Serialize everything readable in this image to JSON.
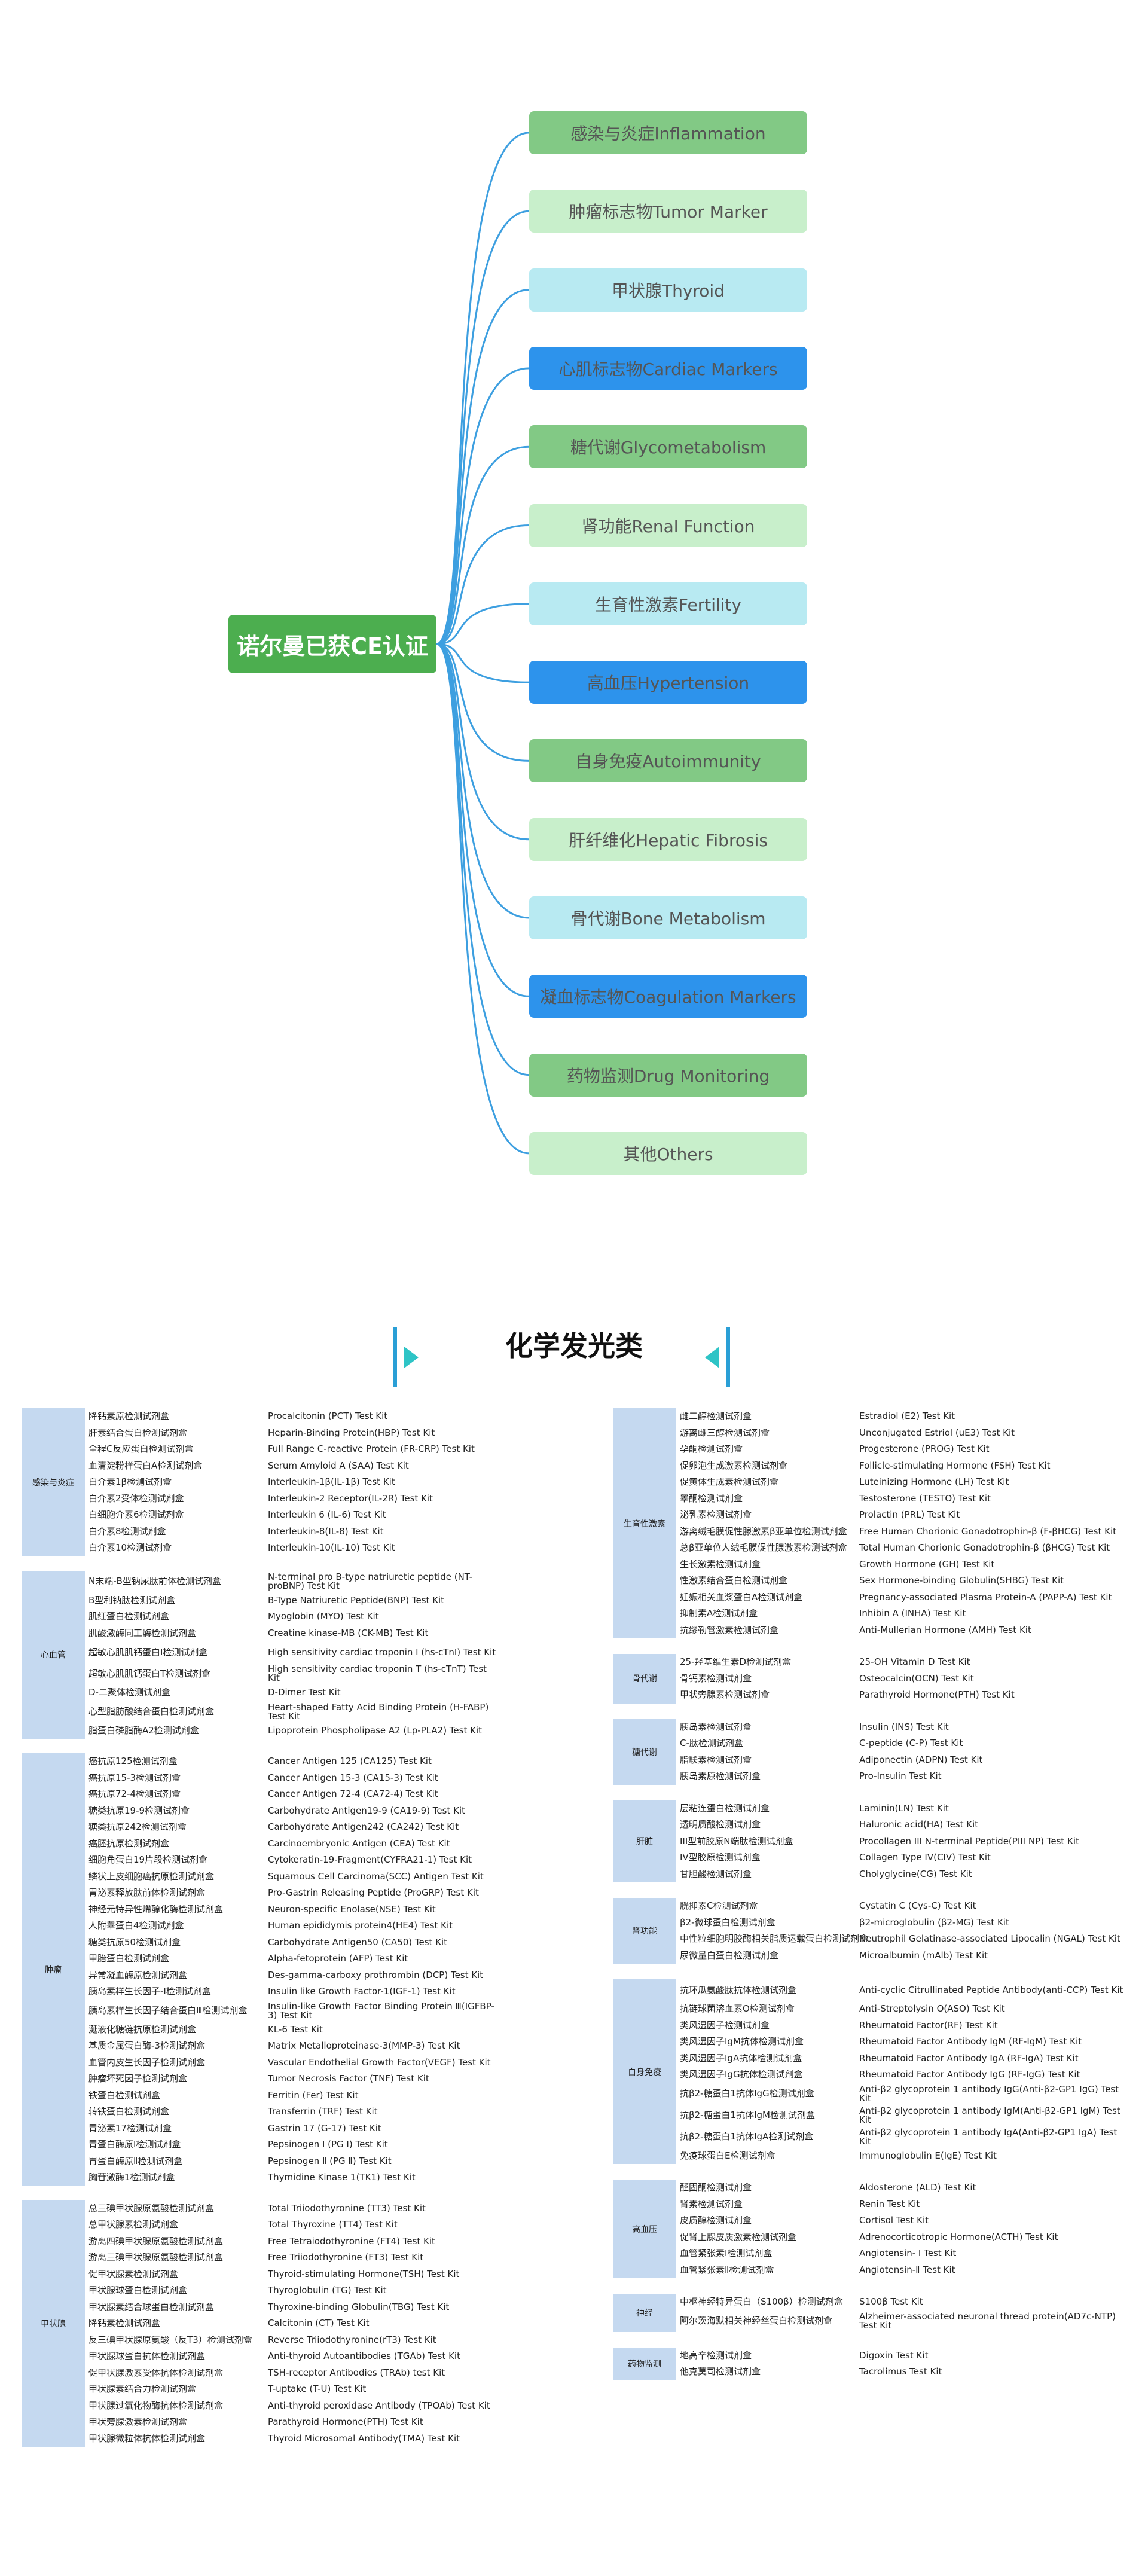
{
  "mindmap": {
    "root": "诺尔曼已获CE认证",
    "branches": [
      {
        "label": "感染与炎症Inflammation",
        "color": "#82c985"
      },
      {
        "label": "肿瘤标志物Tumor Marker",
        "color": "#c8efcb"
      },
      {
        "label": "甲状腺Thyroid",
        "color": "#b8eaf2"
      },
      {
        "label": "心肌标志物Cardiac Markers",
        "color": "#2d93ec"
      },
      {
        "label": "糖代谢Glycometabolism",
        "color": "#82c985"
      },
      {
        "label": "肾功能Renal Function",
        "color": "#c8efcb"
      },
      {
        "label": "生育性激素Fertility",
        "color": "#b8eaf2"
      },
      {
        "label": "高血压Hypertension",
        "color": "#2d93ec"
      },
      {
        "label": "自身免疫Autoimmunity",
        "color": "#82c985"
      },
      {
        "label": "肝纤维化Hepatic Fibrosis",
        "color": "#c8efcb"
      },
      {
        "label": "骨代谢Bone Metabolism",
        "color": "#b8eaf2"
      },
      {
        "label": "凝血标志物Coagulation Markers",
        "color": "#2d93ec"
      },
      {
        "label": "药物监测Drug Monitoring",
        "color": "#82c985"
      },
      {
        "label": "其他Others",
        "color": "#c8efcb"
      }
    ],
    "line_color": "#3d9fe0"
  },
  "section": {
    "title": "化学发光类",
    "accent": "#2a9fd6"
  },
  "left_groups": [
    {
      "category": "感染与炎症",
      "items": [
        {
          "zh": "降钙素原检测试剂盒",
          "en": "Procalcitonin (PCT) Test Kit"
        },
        {
          "zh": "肝素结合蛋白检测试剂盒",
          "en": "Heparin-Binding Protein(HBP) Test Kit"
        },
        {
          "zh": "全程C反应蛋白检测试剂盒",
          "en": "Full Range C-reactive Protein (FR-CRP) Test Kit"
        },
        {
          "zh": "血清淀粉样蛋白A检测试剂盒",
          "en": "Serum Amyloid A (SAA) Test Kit"
        },
        {
          "zh": "白介素1β检测试剂盒",
          "en": "Interleukin-1β(IL-1β) Test Kit"
        },
        {
          "zh": "白介素2受体检测试剂盒",
          "en": "Interleukin-2 Receptor(IL-2R) Test Kit"
        },
        {
          "zh": "白细胞介素6检测试剂盒",
          "en": "Interleukin 6 (IL-6) Test Kit"
        },
        {
          "zh": "白介素8检测试剂盒",
          "en": "Interleukin-8(IL-8) Test Kit"
        },
        {
          "zh": "白介素10检测试剂盒",
          "en": "Interleukin-10(IL-10) Test Kit"
        }
      ]
    },
    {
      "category": "心血管",
      "items": [
        {
          "zh": "N末端-B型钠尿肽前体检测试剂盒",
          "en": "N-terminal pro B-type natriuretic peptide (NT-proBNP) Test Kit"
        },
        {
          "zh": "B型利钠肽检测试剂盒",
          "en": "B-Type Natriuretic Peptide(BNP) Test Kit"
        },
        {
          "zh": "肌红蛋白检测试剂盒",
          "en": "Myoglobin (MYO) Test Kit"
        },
        {
          "zh": "肌酸激酶同工酶检测试剂盒",
          "en": "Creatine kinase-MB (CK-MB) Test Kit"
        },
        {
          "zh": "超敏心肌肌钙蛋白I检测试剂盒",
          "en": "High sensitivity cardiac troponin I (hs-cTnI) Test Kit"
        },
        {
          "zh": "超敏心肌肌钙蛋白T检测试剂盒",
          "en": "High sensitivity cardiac troponin T (hs-cTnT) Test Kit"
        },
        {
          "zh": "D-二聚体检测试剂盒",
          "en": "D-Dimer Test Kit"
        },
        {
          "zh": "心型脂肪酸结合蛋白检测试剂盒",
          "en": "Heart-shaped Fatty Acid Binding Protein (H-FABP) Test Kit"
        },
        {
          "zh": "脂蛋白磷脂酶A2检测试剂盒",
          "en": "Lipoprotein Phospholipase A2 (Lp-PLA2) Test Kit"
        }
      ]
    },
    {
      "category": "肿瘤",
      "items": [
        {
          "zh": "癌抗原125检测试剂盒",
          "en": "Cancer Antigen 125 (CA125) Test Kit"
        },
        {
          "zh": "癌抗原15-3检测试剂盒",
          "en": "Cancer Antigen 15-3 (CA15-3) Test Kit"
        },
        {
          "zh": "癌抗原72-4检测试剂盒",
          "en": "Cancer Antigen 72-4 (CA72-4) Test Kit"
        },
        {
          "zh": "糖类抗原19-9检测试剂盒",
          "en": "Carbohydrate Antigen19-9 (CA19-9) Test Kit"
        },
        {
          "zh": "糖类抗原242检测试剂盒",
          "en": "Carbohydrate Antigen242 (CA242) Test Kit"
        },
        {
          "zh": "癌胚抗原检测试剂盒",
          "en": "Carcinoembryonic Antigen (CEA) Test Kit"
        },
        {
          "zh": "细胞角蛋白19片段检测试剂盒",
          "en": "Cytokeratin-19-Fragment(CYFRA21-1) Test Kit"
        },
        {
          "zh": "鳞状上皮细胞癌抗原检测试剂盒",
          "en": "Squamous Cell Carcinoma(SCC) Antigen Test Kit"
        },
        {
          "zh": "胃泌素释放肽前体检测试剂盒",
          "en": "Pro-Gastrin Releasing Peptide (ProGRP) Test Kit"
        },
        {
          "zh": "神经元特异性烯醇化酶检测试剂盒",
          "en": "Neuron-specific Enolase(NSE) Test Kit"
        },
        {
          "zh": "人附睾蛋白4检测试剂盒",
          "en": "Human epididymis protein4(HE4) Test Kit"
        },
        {
          "zh": "糖类抗原50检测试剂盒",
          "en": "Carbohydrate Antigen50 (CA50) Test Kit"
        },
        {
          "zh": "甲胎蛋白检测试剂盒",
          "en": "Alpha-fetoprotein (AFP) Test Kit"
        },
        {
          "zh": "异常凝血酶原检测试剂盒",
          "en": "Des-gamma-carboxy prothrombin (DCP) Test Kit"
        },
        {
          "zh": "胰岛素样生长因子-I检测试剂盒",
          "en": "Insulin like Growth Factor-1(IGF-1) Test Kit"
        },
        {
          "zh": "胰岛素样生长因子结合蛋白Ⅲ检测试剂盒",
          "en": "Insulin-like Growth Factor Binding Protein Ⅲ(IGFBP-3) Test Kit"
        },
        {
          "zh": "涎液化糖链抗原检测试剂盒",
          "en": "KL-6 Test Kit"
        },
        {
          "zh": "基质金属蛋白酶-3检测试剂盒",
          "en": "Matrix Metalloproteinase-3(MMP-3) Test Kit"
        },
        {
          "zh": "血管内皮生长因子检测试剂盒",
          "en": "Vascular Endothelial Growth Factor(VEGF) Test Kit"
        },
        {
          "zh": "肿瘤坏死因子检测试剂盒",
          "en": "Tumor Necrosis Factor (TNF) Test Kit"
        },
        {
          "zh": "铁蛋白检测试剂盒",
          "en": "Ferritin (Fer) Test Kit"
        },
        {
          "zh": "转铁蛋白检测试剂盒",
          "en": "Transferrin (TRF) Test Kit"
        },
        {
          "zh": "胃泌素17检测试剂盒",
          "en": "Gastrin 17 (G-17) Test Kit"
        },
        {
          "zh": "胃蛋白酶原Ⅰ检测试剂盒",
          "en": "Pepsinogen Ⅰ (PG Ⅰ) Test Kit"
        },
        {
          "zh": "胃蛋白酶原Ⅱ检测试剂盒",
          "en": "Pepsinogen Ⅱ (PG Ⅱ) Test Kit"
        },
        {
          "zh": "胸苷激酶1检测试剂盒",
          "en": "Thymidine Kinase 1(TK1) Test Kit"
        }
      ]
    },
    {
      "category": "甲状腺",
      "items": [
        {
          "zh": "总三碘甲状腺原氨酸检测试剂盒",
          "en": "Total Triiodothyronine (TT3) Test Kit"
        },
        {
          "zh": "总甲状腺素检测试剂盒",
          "en": "Total Thyroxine (TT4) Test Kit"
        },
        {
          "zh": "游离四碘甲状腺原氨酸检测试剂盒",
          "en": "Free Tetraiodothyronine (FT4) Test Kit"
        },
        {
          "zh": "游离三碘甲状腺原氨酸检测试剂盒",
          "en": "Free Triiodothyronine (FT3) Test Kit"
        },
        {
          "zh": "促甲状腺素检测试剂盒",
          "en": "Thyroid-stimulating Hormone(TSH) Test Kit"
        },
        {
          "zh": "甲状腺球蛋白检测试剂盒",
          "en": "Thyroglobulin (TG) Test Kit"
        },
        {
          "zh": "甲状腺素结合球蛋白检测试剂盒",
          "en": "Thyroxine-binding Globulin(TBG) Test Kit"
        },
        {
          "zh": "降钙素检测试剂盒",
          "en": "Calcitonin (CT) Test Kit"
        },
        {
          "zh": "反三碘甲状腺原氨酸（反T3）检测试剂盒",
          "en": "Reverse Triiodothyronine(rT3) Test Kit"
        },
        {
          "zh": "甲状腺球蛋白抗体检测试剂盒",
          "en": "Anti-thyroid Autoantibodies (TGAb) Test Kit"
        },
        {
          "zh": "促甲状腺激素受体抗体检测试剂盒",
          "en": "TSH-receptor Antibodies (TRAb) test Kit"
        },
        {
          "zh": "甲状腺素结合力检测试剂盒",
          "en": "T-uptake (T-U) Test Kit"
        },
        {
          "zh": "甲状腺过氧化物酶抗体检测试剂盒",
          "en": "Anti-thyroid peroxidase Antibody (TPOAb) Test Kit"
        },
        {
          "zh": "甲状旁腺激素检测试剂盒",
          "en": "Parathyroid Hormone(PTH) Test Kit"
        },
        {
          "zh": "甲状腺微粒体抗体检测试剂盒",
          "en": "Thyroid Microsomal Antibody(TMA) Test Kit"
        }
      ]
    }
  ],
  "right_groups": [
    {
      "category": "生育性激素",
      "items": [
        {
          "zh": "雌二醇检测试剂盒",
          "en": "Estradiol (E2) Test Kit"
        },
        {
          "zh": "游离雌三醇检测试剂盒",
          "en": "Unconjugated Estriol (uE3) Test Kit"
        },
        {
          "zh": "孕酮检测试剂盒",
          "en": "Progesterone (PROG) Test Kit"
        },
        {
          "zh": "促卵泡生成激素检测试剂盒",
          "en": "Follicle-stimulating Hormone (FSH) Test Kit"
        },
        {
          "zh": "促黄体生成素检测试剂盒",
          "en": "Luteinizing Hormone (LH) Test Kit"
        },
        {
          "zh": "睾酮检测试剂盒",
          "en": "Testosterone (TESTO) Test Kit"
        },
        {
          "zh": "泌乳素检测试剂盒",
          "en": "Prolactin (PRL) Test Kit"
        },
        {
          "zh": "游离绒毛膜促性腺激素β亚单位检测试剂盒",
          "en": "Free Human Chorionic Gonadotrophin-β (F-βHCG) Test Kit"
        },
        {
          "zh": "总β亚单位人绒毛膜促性腺激素检测试剂盒",
          "en": "Total Human Chorionic Gonadotrophin-β (βHCG) Test Kit"
        },
        {
          "zh": "生长激素检测试剂盒",
          "en": "Growth Hormone (GH) Test Kit"
        },
        {
          "zh": "性激素结合蛋白检测试剂盒",
          "en": "Sex Hormone-binding Globulin(SHBG) Test Kit"
        },
        {
          "zh": "妊娠相关血浆蛋白A检测试剂盒",
          "en": "Pregnancy-associated Plasma Protein-A (PAPP-A) Test Kit"
        },
        {
          "zh": "抑制素A检测试剂盒",
          "en": "Inhibin A (INHA) Test Kit"
        },
        {
          "zh": "抗缪勒管激素检测试剂盒",
          "en": "Anti-Mullerian Hormone (AMH) Test Kit"
        }
      ]
    },
    {
      "category": "骨代谢",
      "items": [
        {
          "zh": "25-羟基维生素D检测试剂盒",
          "en": "25-OH Vitamin D Test Kit"
        },
        {
          "zh": "骨钙素检测试剂盒",
          "en": "Osteocalcin(OCN) Test Kit"
        },
        {
          "zh": "甲状旁腺素检测试剂盒",
          "en": "Parathyroid Hormone(PTH) Test Kit"
        }
      ]
    },
    {
      "category": "糖代谢",
      "items": [
        {
          "zh": "胰岛素检测试剂盒",
          "en": "Insulin (INS) Test Kit"
        },
        {
          "zh": "C-肽检测试剂盒",
          "en": "C-peptide (C-P) Test Kit"
        },
        {
          "zh": "脂联素检测试剂盒",
          "en": "Adiponectin (ADPN) Test Kit"
        },
        {
          "zh": "胰岛素原检测试剂盒",
          "en": "Pro-Insulin Test Kit"
        }
      ]
    },
    {
      "category": "肝脏",
      "items": [
        {
          "zh": "层粘连蛋白检测试剂盒",
          "en": "Laminin(LN) Test Kit"
        },
        {
          "zh": "透明质酸检测试剂盒",
          "en": "Haluronic acid(HA) Test Kit"
        },
        {
          "zh": "III型前胶原N端肽检测试剂盒",
          "en": "Procollagen III N-terminal Peptide(PIII NP) Test Kit"
        },
        {
          "zh": "IV型胶原检测试剂盒",
          "en": "Collagen Type IV(CIV) Test Kit"
        },
        {
          "zh": "甘胆酸检测试剂盒",
          "en": "Cholyglycine(CG) Test Kit"
        }
      ]
    },
    {
      "category": "肾功能",
      "items": [
        {
          "zh": "胱抑素C检测试剂盒",
          "en": "Cystatin C (Cys-C) Test Kit"
        },
        {
          "zh": "β2-微球蛋白检测试剂盒",
          "en": "β2-microglobulin (β2-MG) Test Kit"
        },
        {
          "zh": "中性粒细胞明胶酶相关脂质运载蛋白检测试剂盒",
          "en": "Neutrophil Gelatinase-associated Lipocalin (NGAL) Test Kit"
        },
        {
          "zh": "尿微量白蛋白检测试剂盒",
          "en": "Microalbumin (mAlb) Test Kit"
        }
      ]
    },
    {
      "category": "自身免疫",
      "items": [
        {
          "zh": "抗环瓜氨酸肽抗体检测试剂盒",
          "en": "Anti-cyclic Citrullinated Peptide Antibody(anti-CCP) Test Kit"
        },
        {
          "zh": "抗链球菌溶血素O检测试剂盒",
          "en": "Anti-Streptolysin O(ASO) Test Kit"
        },
        {
          "zh": "类风湿因子检测试剂盒",
          "en": "Rheumatoid Factor(RF) Test Kit"
        },
        {
          "zh": "类风湿因子IgM抗体检测试剂盒",
          "en": "Rheumatoid Factor Antibody IgM (RF-IgM) Test Kit"
        },
        {
          "zh": "类风湿因子IgA抗体检测试剂盒",
          "en": "Rheumatoid Factor Antibody IgA (RF-IgA) Test Kit"
        },
        {
          "zh": "类风湿因子IgG抗体检测试剂盒",
          "en": "Rheumatoid Factor Antibody IgG (RF-IgG) Test Kit"
        },
        {
          "zh": "抗β2-糖蛋白1抗体IgG检测试剂盒",
          "en": "Anti-β2 glycoprotein 1 antibody IgG(Anti-β2-GP1 IgG) Test Kit"
        },
        {
          "zh": "抗β2-糖蛋白1抗体IgM检测试剂盒",
          "en": "Anti-β2 glycoprotein 1 antibody IgM(Anti-β2-GP1 IgM) Test Kit"
        },
        {
          "zh": "抗β2-糖蛋白1抗体IgA检测试剂盒",
          "en": "Anti-β2 glycoprotein 1 antibody IgA(Anti-β2-GP1 IgA) Test Kit"
        },
        {
          "zh": "免疫球蛋白E检测试剂盒",
          "en": "Immunoglobulin E(IgE) Test Kit"
        }
      ]
    },
    {
      "category": "高血压",
      "items": [
        {
          "zh": "醛固酮检测试剂盒",
          "en": "Aldosterone (ALD) Test Kit"
        },
        {
          "zh": "肾素检测试剂盒",
          "en": "Renin Test Kit"
        },
        {
          "zh": "皮质醇检测试剂盒",
          "en": "Cortisol Test Kit"
        },
        {
          "zh": "促肾上腺皮质激素检测试剂盒",
          "en": "Adrenocorticotropic Hormone(ACTH) Test Kit"
        },
        {
          "zh": "血管紧张素Ⅰ检测试剂盒",
          "en": "Angiotensin- Ⅰ Test Kit"
        },
        {
          "zh": "血管紧张素Ⅱ检测试剂盒",
          "en": "Angiotensin-Ⅱ Test Kit"
        }
      ]
    },
    {
      "category": "神经",
      "items": [
        {
          "zh": "中枢神经特异蛋白（S100β）检测试剂盒",
          "en": "S100β Test Kit"
        },
        {
          "zh": "阿尔茨海默相关神经丝蛋白检测试剂盒",
          "en": "Alzheimer-associated neuronal thread protein(AD7c-NTP) Test Kit"
        }
      ]
    },
    {
      "category": "药物监测",
      "items": [
        {
          "zh": "地高辛检测试剂盒",
          "en": "Digoxin Test Kit"
        },
        {
          "zh": "他克莫司检测试剂盒",
          "en": "Tacrolimus Test Kit"
        }
      ]
    }
  ]
}
